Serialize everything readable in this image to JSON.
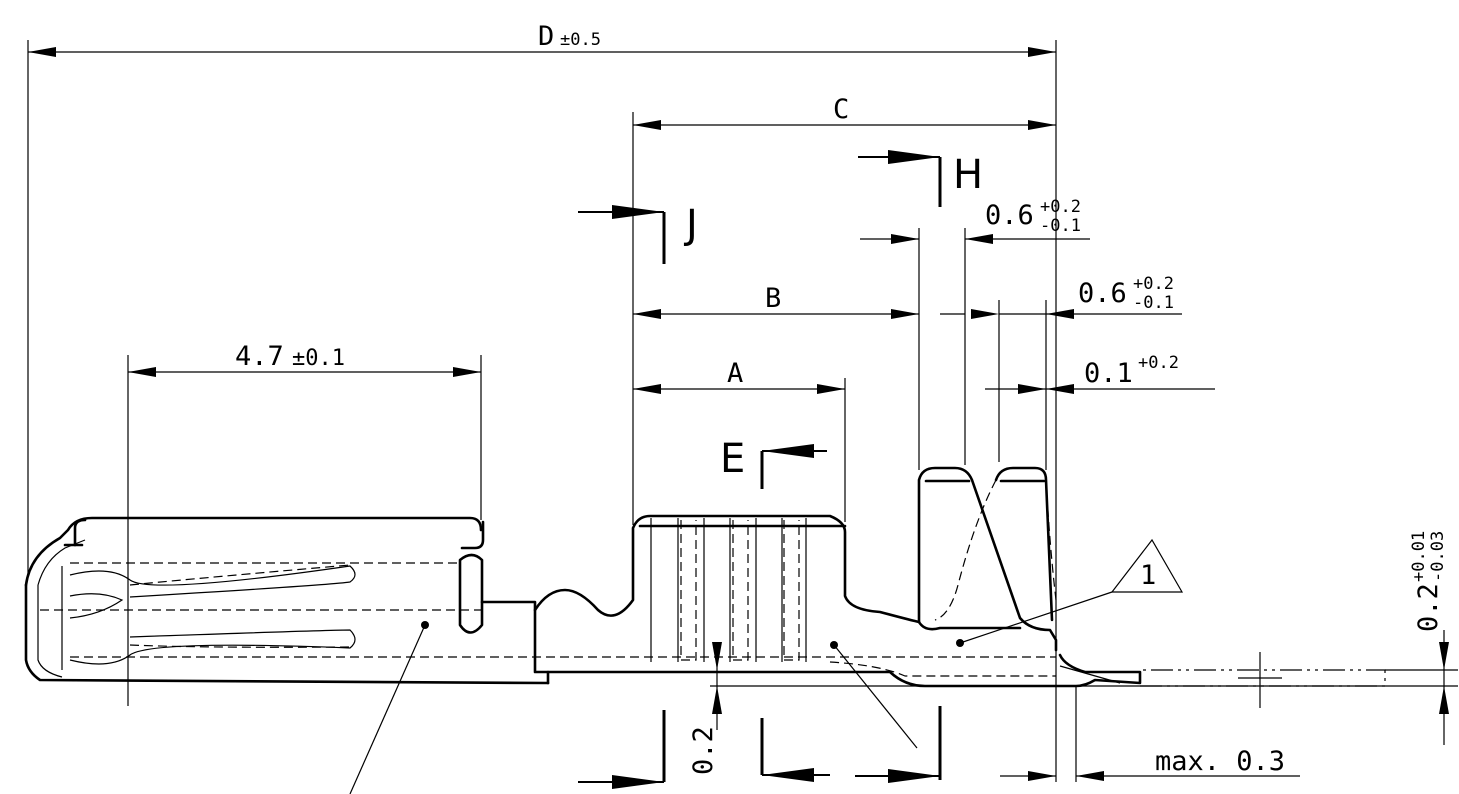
{
  "dimensions": {
    "D": {
      "label": "D",
      "tolerance": "±0.5"
    },
    "C": {
      "label": "C"
    },
    "B": {
      "label": "B"
    },
    "A": {
      "label": "A"
    },
    "length_4_7": {
      "value": "4.7",
      "tolerance": "±0.1"
    },
    "gap_upper": {
      "value": "0.6",
      "tol_plus": "+0.2",
      "tol_minus": "-0.1"
    },
    "gap_lower": {
      "value": "0.6",
      "tol_plus": "+0.2",
      "tol_minus": "-0.1"
    },
    "gap_small": {
      "value": "0.1",
      "tol_plus": "+0.2"
    },
    "thickness": {
      "value": "0.2",
      "tol_plus": "+0.01",
      "tol_minus": "-0.03"
    },
    "offset": {
      "value": "0.2"
    },
    "max_offset": {
      "value": "max. 0.3"
    }
  },
  "section_views": {
    "H": "H",
    "J": "J",
    "E": "E"
  },
  "reference_marker": {
    "value": "1"
  }
}
